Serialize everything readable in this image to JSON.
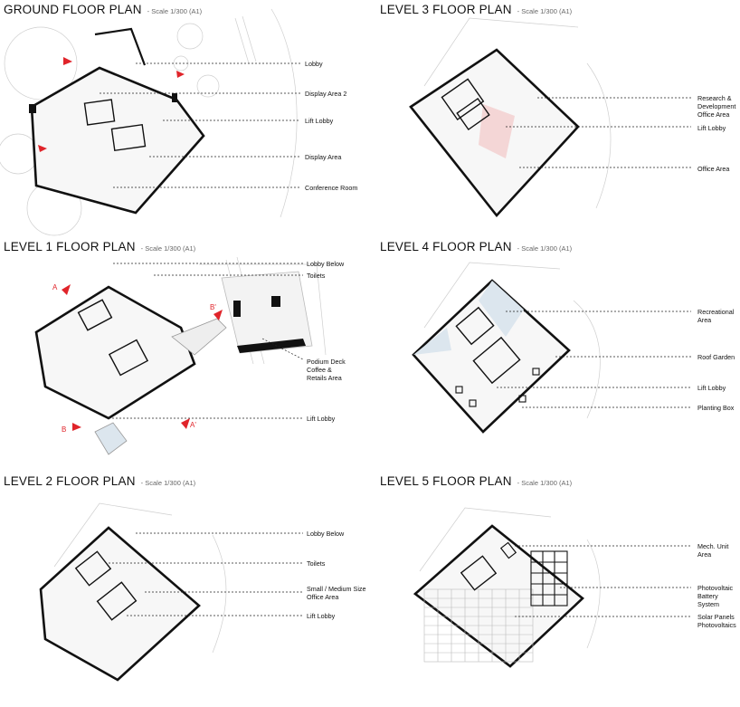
{
  "panels": [
    {
      "title": "GROUND FLOOR PLAN",
      "scale": "- Scale 1/300 (A1)",
      "labels": [
        "Lobby",
        "Display Area 2",
        "Lift Lobby",
        "Display Area",
        "Conference Room"
      ]
    },
    {
      "title": "LEVEL 3 FLOOR PLAN",
      "scale": "- Scale 1/300 (A1)",
      "labels": [
        "Research &\nDevelopment\nOffice Area",
        "Lift Lobby",
        "Office Area"
      ]
    },
    {
      "title": "LEVEL 1 FLOOR PLAN",
      "scale": "- Scale 1/300 (A1)",
      "labels": [
        "Lobby Below",
        "Toilets",
        "Podium Deck\nCoffee &\nRetails Area",
        "Lift Lobby"
      ],
      "section_marks": [
        "A",
        "B'",
        "B",
        "A'"
      ]
    },
    {
      "title": "LEVEL 4 FLOOR PLAN",
      "scale": "- Scale 1/300 (A1)",
      "labels": [
        "Recreational\nArea",
        "Roof Garden",
        "Lift Lobby",
        "Planting Box"
      ]
    },
    {
      "title": "LEVEL 2 FLOOR PLAN",
      "scale": "- Scale 1/300 (A1)",
      "labels": [
        "Lobby Below",
        "Toilets",
        "Small / Medium Size\nOffice Area",
        "Lift Lobby"
      ]
    },
    {
      "title": "LEVEL 5 FLOOR PLAN",
      "scale": "- Scale 1/300 (A1)",
      "labels": [
        "Mech. Unit\nArea",
        "Photovoltaic\nBattery System",
        "Solar Panels\nPhotovoltaics"
      ]
    }
  ],
  "colors": {
    "wall": "#111111",
    "leader": "#222222",
    "context": "#cfcfcf",
    "display_fill": "#dce6ee",
    "lift_fill": "#f4d6d6",
    "arrow": "#e0242a"
  }
}
